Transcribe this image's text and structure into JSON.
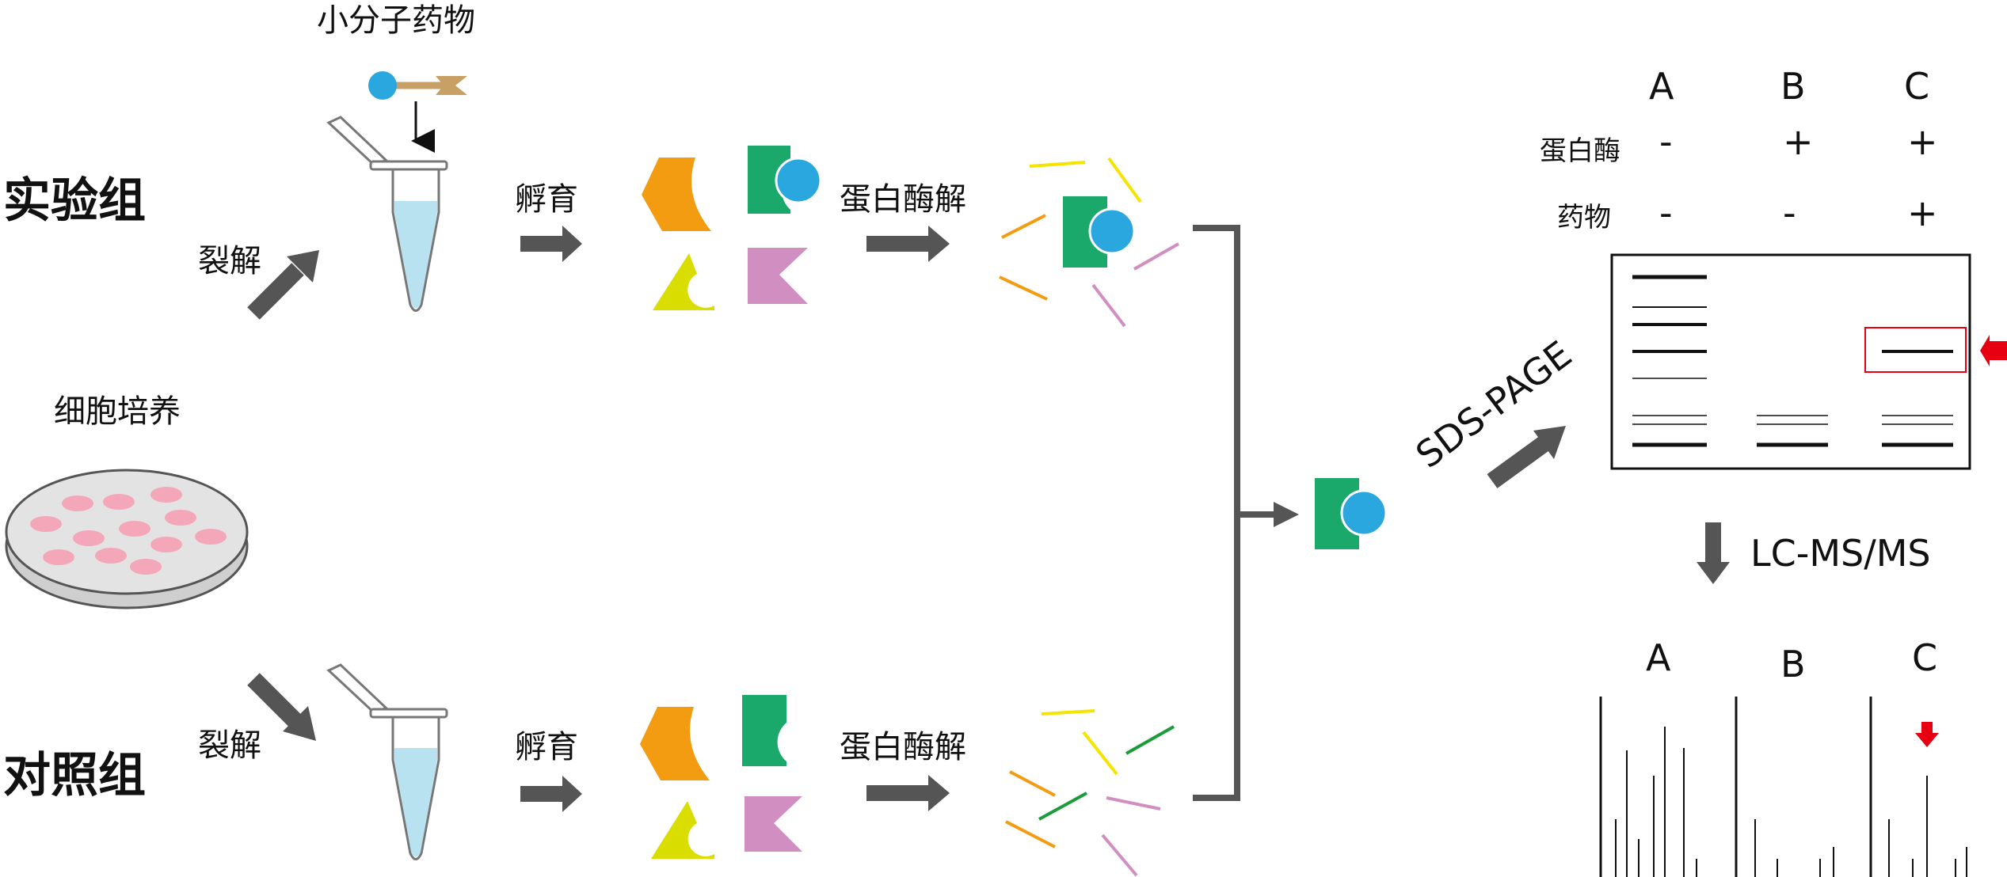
{
  "labels": {
    "drug": "小分子药物",
    "exp_group": "实验组",
    "ctrl_group": "对照组",
    "culture": "细胞培养",
    "lysis_top": "裂解",
    "lysis_bottom": "裂解",
    "incubate_top": "孵育",
    "incubate_bottom": "孵育",
    "digest_top": "蛋白酶解",
    "digest_bottom": "蛋白酶解",
    "sds_page": "SDS-PAGE",
    "lcms": "LC-MS/MS"
  },
  "gel": {
    "lanes": [
      "A",
      "B",
      "C"
    ],
    "row_labels": [
      "蛋白酶",
      "药物"
    ],
    "protease": [
      "-",
      "+",
      "+"
    ],
    "drug": [
      "-",
      "-",
      "+"
    ]
  },
  "spectra": {
    "labels": [
      "A",
      "B",
      "C"
    ]
  },
  "colors": {
    "arrow": "#555555",
    "orange": "#f39c12",
    "green": "#1aa96a",
    "blue": "#2ba7df",
    "pink": "#d18ec0",
    "yellow": "#d9dd00",
    "red": "#e60012",
    "tube_liquid": "#b8e2f0",
    "dish_cell": "#f4a7b9"
  }
}
